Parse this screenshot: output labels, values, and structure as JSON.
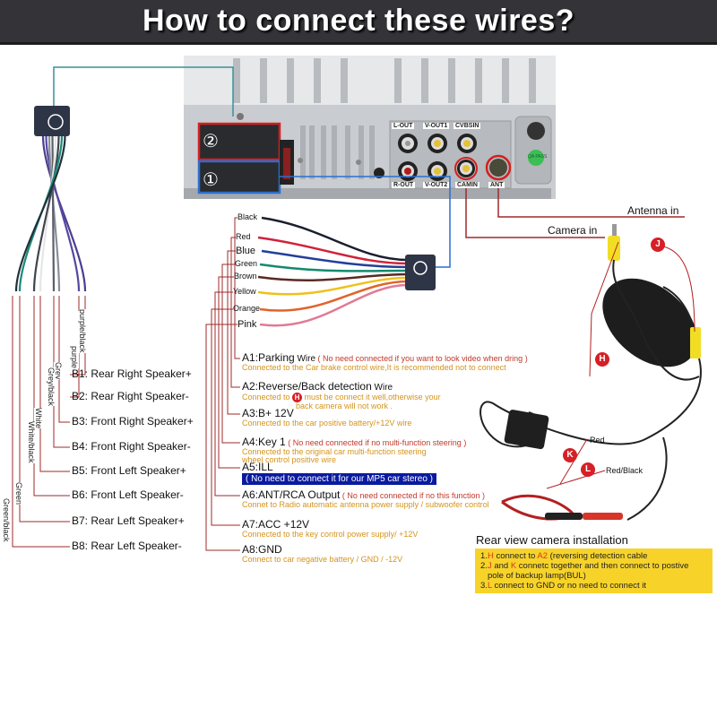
{
  "title": "How to connect these wires?",
  "head_unit": {
    "port_labels_top": [
      "L-OUT",
      "V-OUT1",
      "CVBSIN"
    ],
    "port_labels_bottom": [
      "R-OUT",
      "V-OUT2",
      "CAMIN",
      "ANT"
    ],
    "connector_2_label": "②",
    "connector_1_label": "①",
    "qa_sticker": "QA PASS",
    "colors": {
      "connector_2_highlight": "#d42020",
      "connector_1_highlight": "#2a6fd0"
    }
  },
  "connector_2": {
    "label": "②",
    "wire_colors": [
      "purple/black",
      "purple",
      "Grey",
      "Grey/black",
      "White",
      "White/black",
      "Green",
      "Green/black"
    ],
    "pins": [
      "B1: Rear Right Speaker+",
      "B2: Rear Right Speaker-",
      "B3: Front Right Speaker+",
      "B4: Front Right Speaker-",
      "B5: Front Left Speaker+",
      "B6: Front Left  Speaker-",
      "B7: Rear Left Speaker+",
      "B8: Rear Left Speaker-"
    ]
  },
  "connector_1": {
    "label": "①",
    "wires": [
      {
        "name": "Black",
        "color": "#1a1f2e"
      },
      {
        "name": "Red",
        "color": "#d0223b"
      },
      {
        "name": "Blue",
        "color": "#233f9a"
      },
      {
        "name": "Green",
        "color": "#138a6e"
      },
      {
        "name": "Brown",
        "color": "#5a2a22"
      },
      {
        "name": "Yellow",
        "color": "#f0c01a"
      },
      {
        "name": "Orange",
        "color": "#e0642a"
      },
      {
        "name": "Pink",
        "color": "#e07a95"
      }
    ],
    "pins": [
      {
        "head": "A1:Parking",
        "head_sub": " Wire",
        "note": "( No need connected if you want to look video when dring )",
        "desc": "Connected to the Car brake control wire,It is recommended not to connect"
      },
      {
        "head": "A2:Reverse/Back detection",
        "head_sub": " Wire",
        "note": "",
        "desc_pre": "Connected to ",
        "badge": "H",
        "desc": " must be connect it well,otherwise your",
        "desc2": "back camera will not work ."
      },
      {
        "head": "A3:B+ 12V",
        "head_sub": "",
        "note": "",
        "desc": "Connected to the car positive battery/+12V  wire"
      },
      {
        "head": "A4:Key 1",
        "head_sub": "",
        "note": "( No need connected if no multi-function steering )",
        "desc": "Connected to the original car multi-function steering",
        "desc2": "wheel control positive wire"
      },
      {
        "head": "A5:ILL",
        "head_sub": "",
        "note": "",
        "blue_note": "( No need to connect it for our MP5 car stereo )"
      },
      {
        "head": "A6:ANT/RCA Output",
        "head_sub": "",
        "note": "( No need connected if no this function )",
        "desc": "Connet to Radio automatic antenna power supply / subwoofer control"
      },
      {
        "head": "A7:ACC +12V",
        "head_sub": "",
        "note": "",
        "desc": "Connected to the key control power supply/ +12V"
      },
      {
        "head": "A8:GND",
        "head_sub": "",
        "note": "",
        "desc": "Connect to car negative battery  / GND / -12V"
      }
    ]
  },
  "camera": {
    "antenna_label": "Antenna in",
    "camera_label": "Camera in",
    "badges": [
      "H",
      "J",
      "K",
      "L"
    ],
    "red_label": "Red",
    "red_black_label": "Red/Black"
  },
  "rear_view": {
    "title": "Rear view camera installation",
    "steps": [
      {
        "num": "1.",
        "key": "H",
        "text_a": " connect to ",
        "key2": "A2",
        "text_b": " (reversing detection cable"
      },
      {
        "num": "2.",
        "key": "J",
        "text_a": " and ",
        "key2": "K",
        "text_b": " connetc together and then connect to postive",
        "text_c": "pole of backup lamp(BUL)"
      },
      {
        "num": "3.",
        "key": "L",
        "text_a": " connect to GND  or no need to connect it"
      }
    ]
  }
}
